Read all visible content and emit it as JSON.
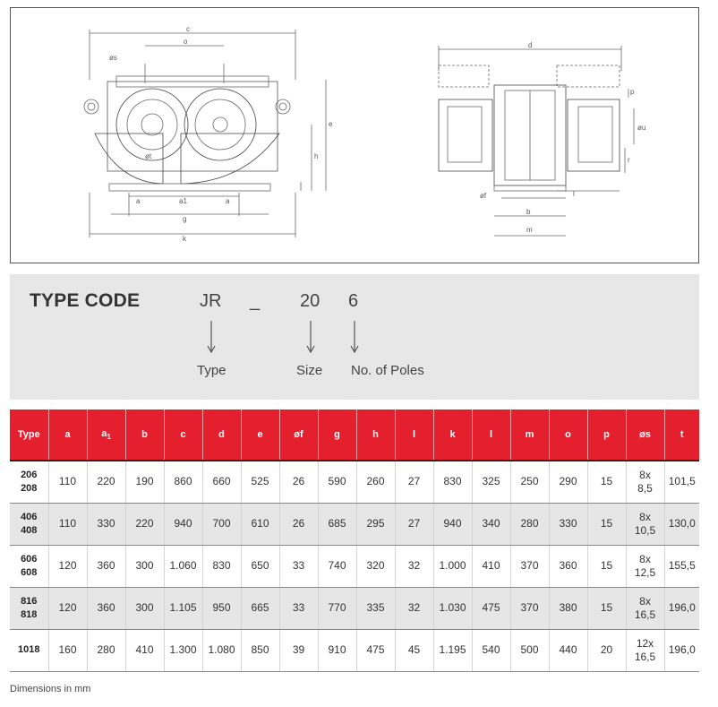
{
  "drawing": {
    "front_labels": [
      "c",
      "o",
      "øs",
      "e",
      "h",
      "øt",
      "a",
      "a1",
      "a",
      "g",
      "k"
    ],
    "side_labels": [
      "d",
      "p",
      "øu",
      "r",
      "øf",
      "l",
      "b",
      "m"
    ]
  },
  "type_code": {
    "title": "TYPE CODE",
    "codes": [
      {
        "code": "JR",
        "label": "Type"
      },
      {
        "code": "_",
        "label": ""
      },
      {
        "code": "20",
        "label": "Size"
      },
      {
        "code": "6",
        "label": "No. of Poles"
      }
    ]
  },
  "table": {
    "headers": [
      "Type",
      "a",
      "a1",
      "b",
      "c",
      "d",
      "e",
      "øf",
      "g",
      "h",
      "l",
      "k",
      "l",
      "m",
      "o",
      "p",
      "øs",
      "t"
    ],
    "rows": [
      {
        "type": [
          "206",
          "208"
        ],
        "cells": [
          "110",
          "220",
          "190",
          "860",
          "660",
          "525",
          "26",
          "590",
          "260",
          "27",
          "830",
          "325",
          "250",
          "290",
          "15"
        ],
        "s": [
          "8x",
          "8,5"
        ],
        "t": "101,5"
      },
      {
        "type": [
          "406",
          "408"
        ],
        "cells": [
          "110",
          "330",
          "220",
          "940",
          "700",
          "610",
          "26",
          "685",
          "295",
          "27",
          "940",
          "340",
          "280",
          "330",
          "15"
        ],
        "s": [
          "8x",
          "10,5"
        ],
        "t": "130,0"
      },
      {
        "type": [
          "606",
          "608"
        ],
        "cells": [
          "120",
          "360",
          "300",
          "1.060",
          "830",
          "650",
          "33",
          "740",
          "320",
          "32",
          "1.000",
          "410",
          "370",
          "360",
          "15"
        ],
        "s": [
          "8x",
          "12,5"
        ],
        "t": "155,5"
      },
      {
        "type": [
          "816",
          "818"
        ],
        "cells": [
          "120",
          "360",
          "300",
          "1.105",
          "950",
          "665",
          "33",
          "770",
          "335",
          "32",
          "1.030",
          "475",
          "370",
          "380",
          "15"
        ],
        "s": [
          "8x",
          "16,5"
        ],
        "t": "196,0"
      },
      {
        "type": [
          "1018"
        ],
        "cells": [
          "160",
          "280",
          "410",
          "1.300",
          "1.080",
          "850",
          "39",
          "910",
          "475",
          "45",
          "1.195",
          "540",
          "500",
          "440",
          "20"
        ],
        "s": [
          "12x",
          "16,5"
        ],
        "t": "196,0"
      }
    ]
  },
  "footnote": "Dimensions in mm"
}
